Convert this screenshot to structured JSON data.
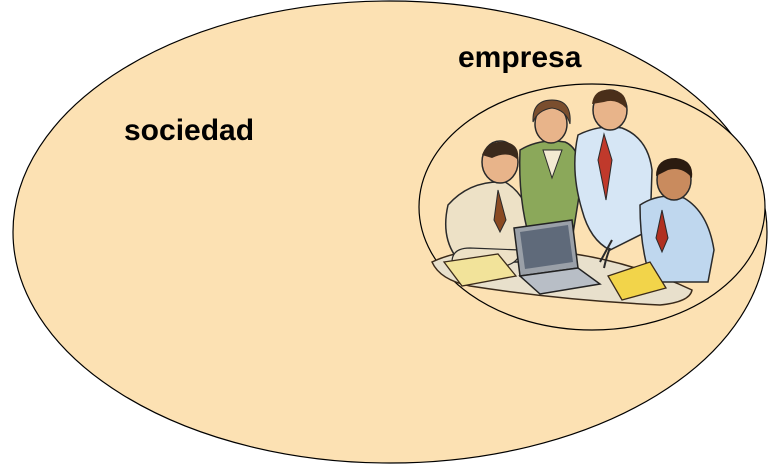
{
  "diagram": {
    "outer_label": "sociedad",
    "inner_label": "empresa",
    "outer_fill": "#FCE1B3",
    "inner_fill": "#FCE1B3",
    "stroke_color": "#000000",
    "clipart": "business-team-meeting-illustration"
  }
}
